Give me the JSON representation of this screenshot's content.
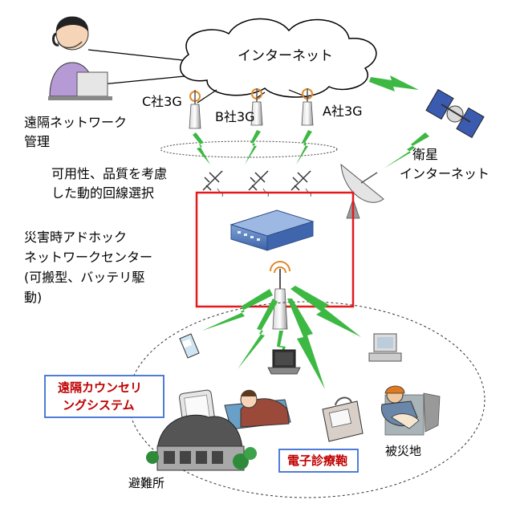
{
  "labels": {
    "internet": "インターネット",
    "carrier_c": "C社3G",
    "carrier_b": "B社3G",
    "carrier_a": "A社3G",
    "remote_mgmt_1": "遠隔ネットワーク",
    "remote_mgmt_2": "管理",
    "satellite_1": "衛星",
    "satellite_2": "インターネット",
    "selection_1": "可用性、品質を考慮",
    "selection_2": "した動的回線選択",
    "center_1": "災害時アドホック",
    "center_2": "ネットワークセンター",
    "center_3": "(可搬型、バッテリ駆",
    "center_4": "動)",
    "counseling_1": "遠隔カウンセリ",
    "counseling_2": "ングシステム",
    "medical_bag": "電子診療鞄",
    "disaster_area": "被災地",
    "shelter": "避難所"
  },
  "colors": {
    "signal_green": "#3cb843",
    "center_box": "#e31a1c",
    "counseling_border": "#3a6fd1",
    "medical_border": "#3a6fd1",
    "red_text": "#c00000"
  }
}
